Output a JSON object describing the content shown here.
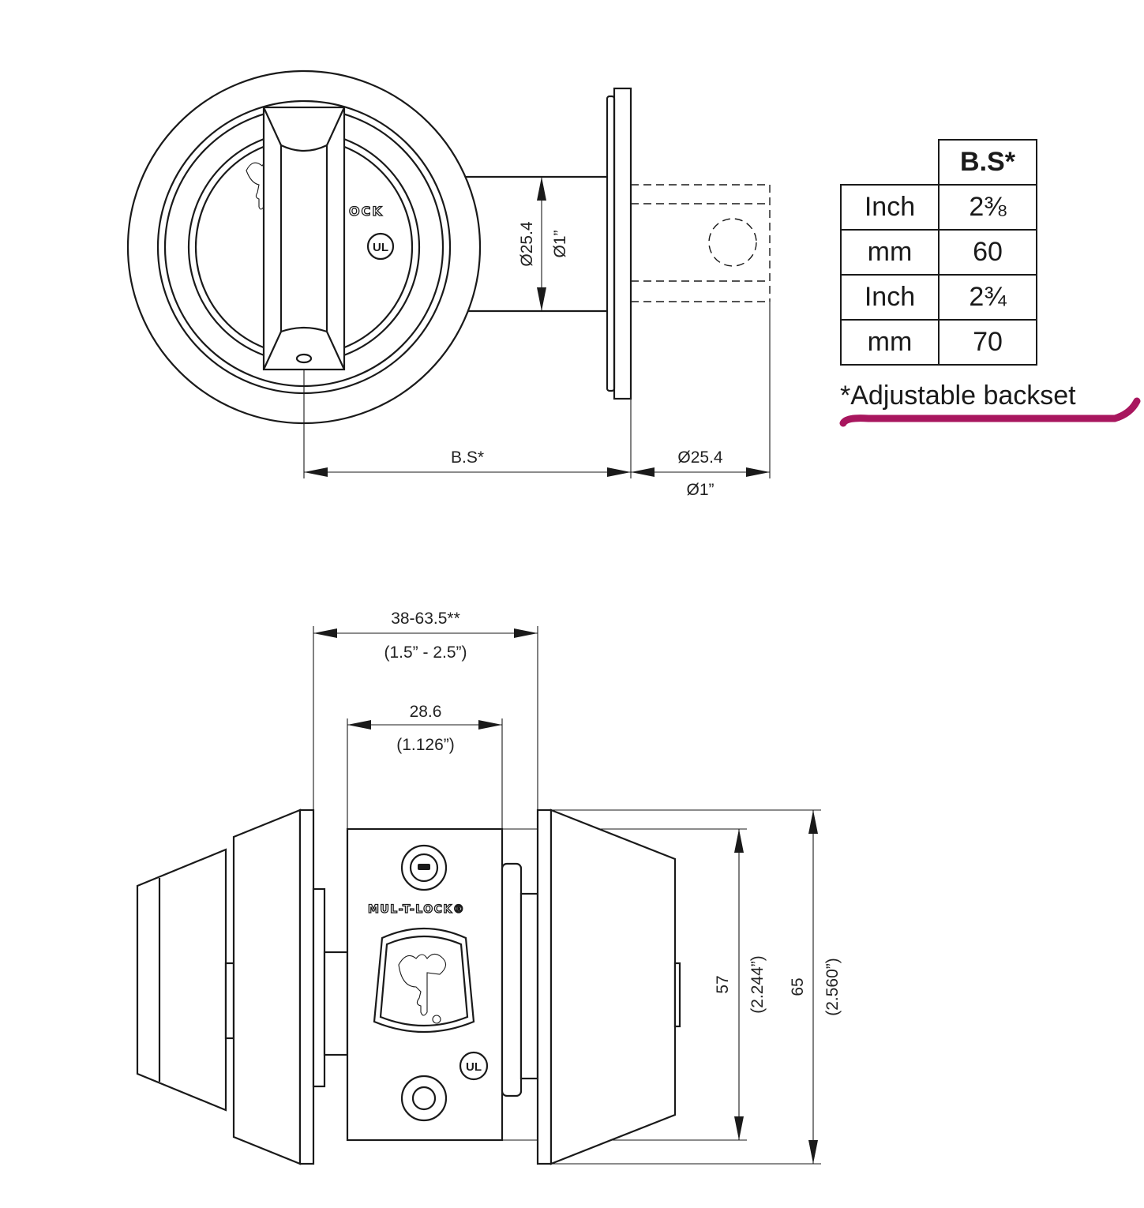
{
  "table": {
    "header": "B.S*",
    "rows": [
      {
        "unit": "Inch",
        "value": "2⅜"
      },
      {
        "unit": "mm",
        "value": "60"
      },
      {
        "unit": "Inch",
        "value": "2¾"
      },
      {
        "unit": "mm",
        "value": "70"
      }
    ]
  },
  "footnote": "*Adjustable backset",
  "highlight_color": "#a8165e",
  "top_view": {
    "brand_text": "OCK",
    "ul_mark": "UL",
    "bolt_diameter_mm": "Ø25.4",
    "bolt_diameter_in": "Ø1”",
    "backset_label": "B.S*",
    "face_diameter_mm": "Ø25.4",
    "face_diameter_in": "Ø1”"
  },
  "side_view": {
    "brand_text": "MUL-T-LOCK®",
    "ul_mark": "UL",
    "door_thickness_mm": "38-63.5**",
    "door_thickness_in": "(1.5” - 2.5”)",
    "latch_width_mm": "28.6",
    "latch_width_in": "(1.126”)",
    "inner_height_mm": "57",
    "inner_height_in": "(2.244”)",
    "outer_height_mm": "65",
    "outer_height_in": "(2.560”)"
  }
}
